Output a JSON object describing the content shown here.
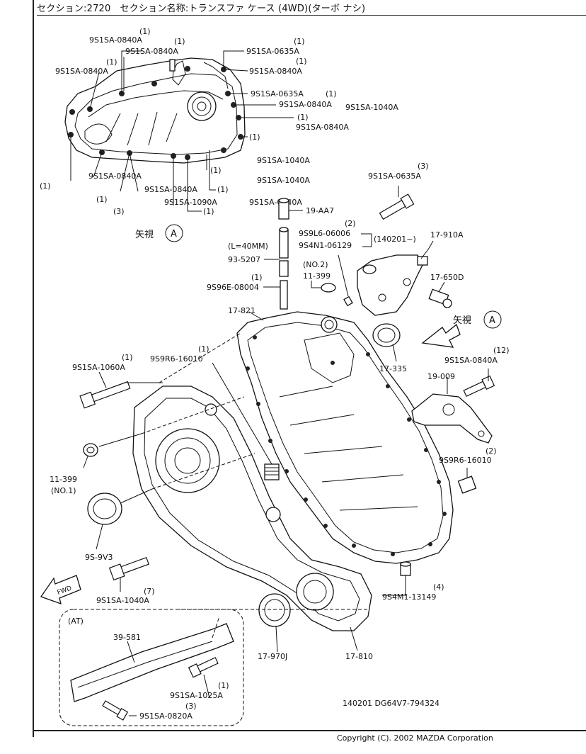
{
  "header": {
    "section_label": "セクション",
    "section_no": "2720",
    "name_label": "セクション名称",
    "name_value": "トランスファ ケース (4WD)(ターボ ナシ)"
  },
  "inset_labels": [
    {
      "code": "9S1SA-0840A",
      "qty": "(1)"
    },
    {
      "code": "9S1SA-0840A",
      "qty": "(1)"
    },
    {
      "code": "9S1SA-0840A",
      "qty": "(1)"
    },
    {
      "code": "9S1SA-0635A",
      "qty": "(1)"
    },
    {
      "code": "9S1SA-0840A",
      "qty": "(1)"
    },
    {
      "code": "9S1SA-0635A",
      "qty": "(1)"
    },
    {
      "code": "9S1SA-0840A",
      "qty": "(1)"
    },
    {
      "code": "9S1SA-1040A",
      "qty": "(1)"
    },
    {
      "code": "9S1SA-0840A",
      "qty": "(1)"
    },
    {
      "code": "9S1SA-1040A",
      "qty": "(1)"
    },
    {
      "code": "9S1SA-1040A",
      "qty": "(1)"
    },
    {
      "code": "9S1SA-0840A",
      "qty": "(1)"
    },
    {
      "code": "9S1SA-0840A",
      "qty": "(3)"
    },
    {
      "code": "9S1SA-1090A",
      "qty": "(1)"
    },
    {
      "code": "9S1SA-0840A",
      "qty": "(1)"
    }
  ],
  "view_marks": {
    "text": "矢視",
    "letter": "A"
  },
  "main_labels": {
    "p19aa7": "19-AA7",
    "p9s9l6": "9S9L6-06006",
    "p9s9l6_qty": "(2)",
    "p9s4n1": "9S4N1-06129",
    "bracket_note": "(140201~)",
    "p17910a": "17-910A",
    "lmm": "(L=40MM)",
    "p935207": "93-5207",
    "no2": "(NO.2)",
    "p11399a": "11-399",
    "p9s96e": "9S96E-08004",
    "p9s96e_qty": "(1)",
    "p17650d": "17-650D",
    "p9s1sa0635a": "9S1SA-0635A",
    "p9s1sa0635a_qty": "(3)",
    "p17821": "17-821",
    "p9s9r6a": "9S9R6-16010",
    "p9s9r6a_qty": "(1)",
    "p17335": "17-335",
    "p9s1sa0840a12": "9S1SA-0840A",
    "p9s1sa0840a12_qty": "(12)",
    "p9s1sa1060a": "9S1SA-1060A",
    "p9s1sa1060a_qty": "(1)",
    "p19009": "19-009",
    "p9s9r6b": "9S9R6-16010",
    "p9s9r6b_qty": "(2)",
    "p11399b": "11-399",
    "no1": "(NO.1)",
    "p9s9v3": "9S-9V3",
    "p9s1sa1040a7": "9S1SA-1040A",
    "p9s1sa1040a7_qty": "(7)",
    "fwd": "FWD",
    "p9s4m1": "9S4M1-13149",
    "p9s4m1_qty": "(4)",
    "at": "(AT)",
    "p39581": "39-581",
    "p17970j": "17-970J",
    "p17810": "17-810",
    "p9s1sa1025a": "9S1SA-1025A",
    "p9s1sa1025a_qty": "(1)",
    "p9s1sa0820a": "9S1SA-0820A",
    "p9s1sa0820a_qty": "(3)",
    "ref": "140201  DG64V7-794324"
  },
  "footer": {
    "copyright": "Copyright (C). 2002 MAZDA Corporation"
  }
}
